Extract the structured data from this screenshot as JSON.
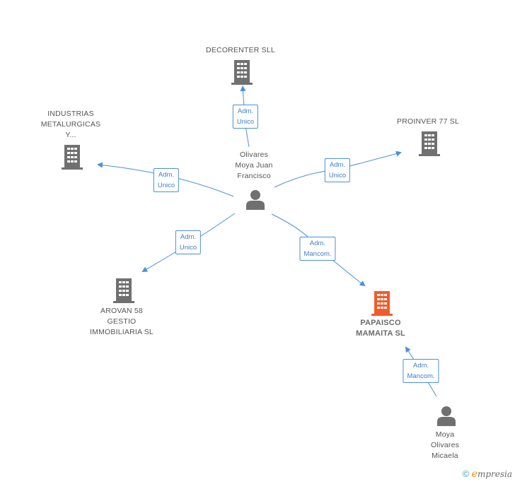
{
  "colors": {
    "edge": "#4a90d9",
    "building": "#707070",
    "building_highlight": "#f25c2b",
    "person": "#707070"
  },
  "nodes": {
    "decorenter": {
      "lines": [
        "DECORENTER SLL"
      ],
      "icon": "building-icon"
    },
    "industrias": {
      "lines": [
        "INDUSTRIAS",
        "METALURGICAS",
        "Y..."
      ],
      "icon": "building-icon"
    },
    "proinver": {
      "lines": [
        "PROINVER 77 SL"
      ],
      "icon": "building-icon"
    },
    "olivares": {
      "lines": [
        "Olivares",
        "Moya Juan",
        "Francisco"
      ],
      "icon": "person-icon"
    },
    "arovan": {
      "lines": [
        "AROVAN 58",
        "GESTIO",
        "IMMOBILIARIA SL"
      ],
      "icon": "building-icon"
    },
    "papaisco": {
      "lines": [
        "PAPAISCO",
        "MAMAITA SL"
      ],
      "icon": "building-icon"
    },
    "moya": {
      "lines": [
        "Moya",
        "Olivares",
        "Micaela"
      ],
      "icon": "person-icon"
    }
  },
  "edges": {
    "decorenter": {
      "lines": [
        "Adm.",
        "Unico"
      ]
    },
    "industrias": {
      "lines": [
        "Adm.",
        "Unico"
      ]
    },
    "proinver": {
      "lines": [
        "Adm.",
        "Unico"
      ]
    },
    "arovan": {
      "lines": [
        "Adm.",
        "Unico"
      ]
    },
    "papaisco": {
      "lines": [
        "Adm.",
        "Mancom."
      ]
    },
    "moya": {
      "lines": [
        "Adm.",
        "Mancom."
      ]
    }
  },
  "footer": {
    "copyright": "©",
    "brand_initial": "e",
    "brand_rest": "mpresia"
  }
}
